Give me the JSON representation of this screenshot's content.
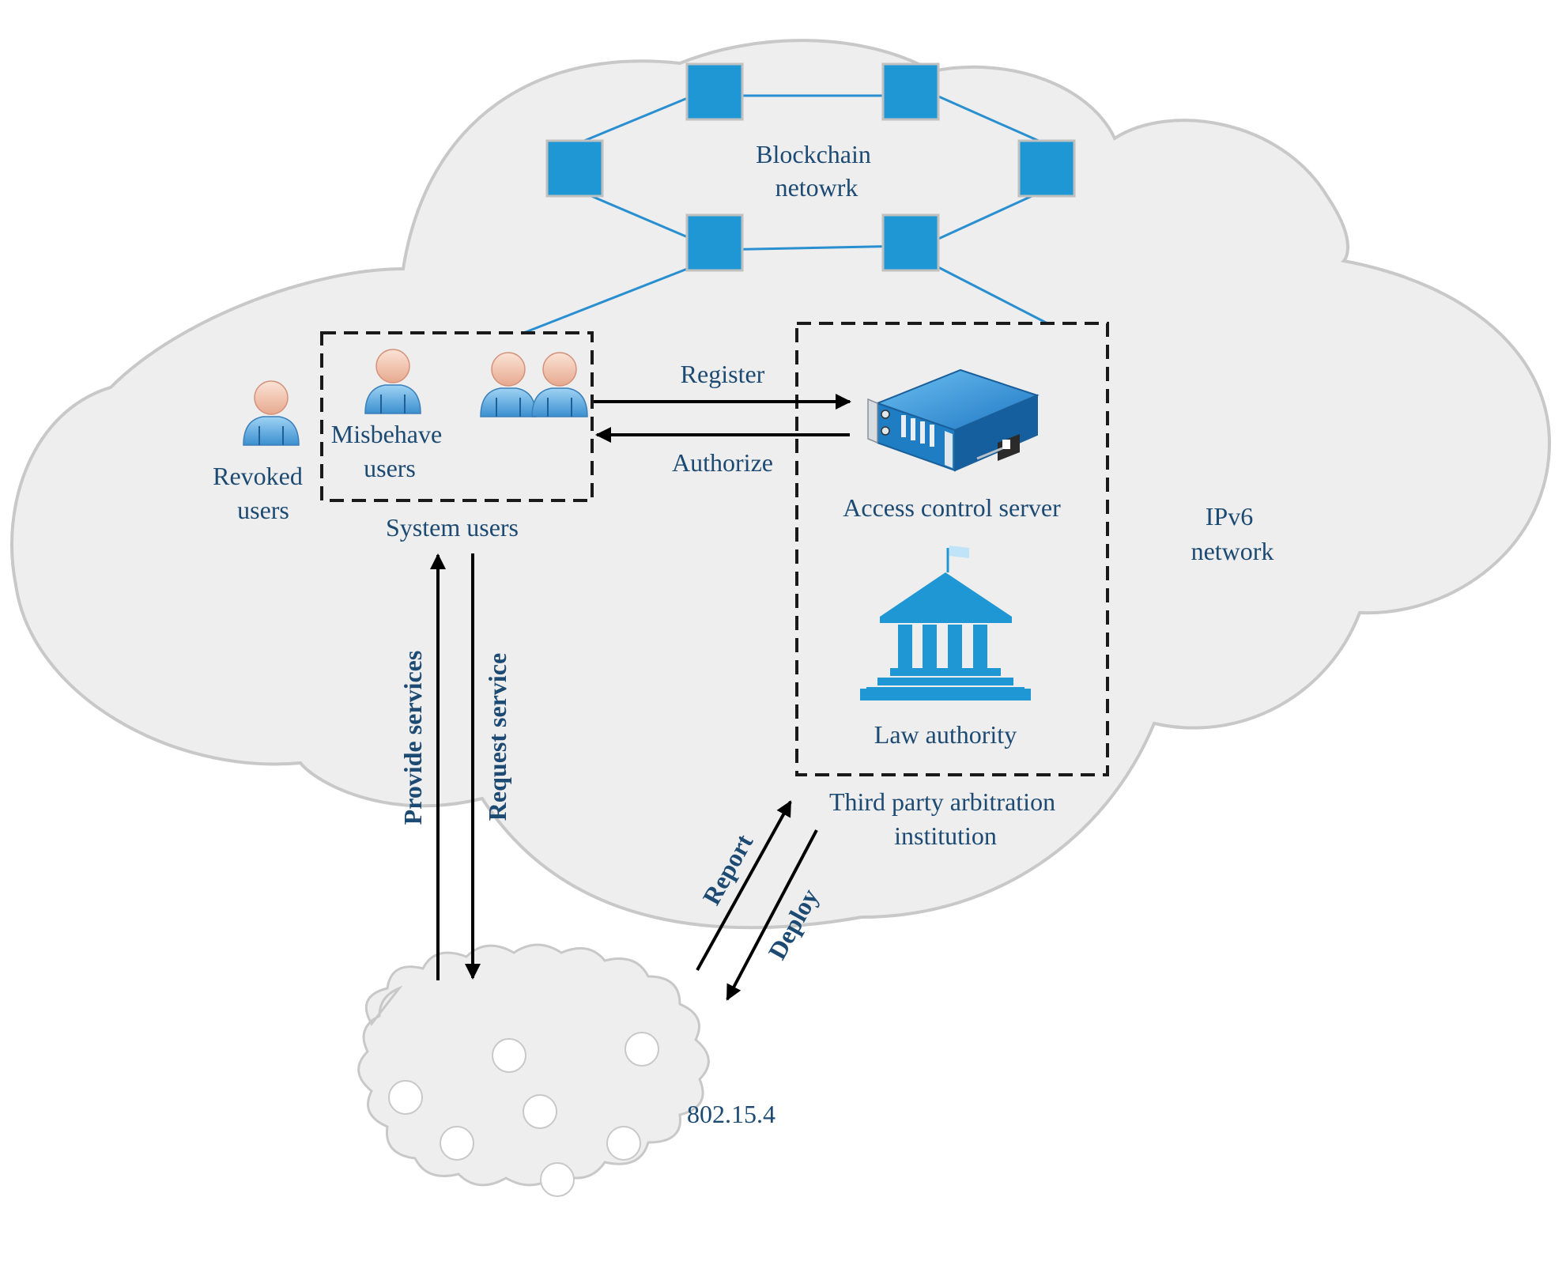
{
  "colors": {
    "cloud_fill": "#eeeeee",
    "cloud_stroke": "#c8c8c8",
    "node_blue": "#1e97d4",
    "link_blue": "#2a8fd0",
    "text": "#1c4a73",
    "arrow": "#000000",
    "dashed_box": "#1a1a1a"
  },
  "icons": {
    "blockchain_node": "blue-square-node-icon",
    "user": "person-user-icon",
    "server": "rack-server-icon",
    "law": "courthouse-icon",
    "device": "white-circle-device-icon"
  },
  "labels": {
    "blockchain": [
      "Blockchain",
      "netowrk"
    ],
    "misbehave": [
      "Misbehave",
      "users"
    ],
    "revoked": [
      "Revoked",
      "users"
    ],
    "system_users": "System users",
    "register": "Register",
    "authorize": "Authorize",
    "access_server": "Access control server",
    "law_authority": "Law authority",
    "third_party": [
      "Third party arbitration",
      "institution"
    ],
    "ipv6": [
      "IPv6",
      "network"
    ],
    "provide_services": "Provide services",
    "request_service": "Request service",
    "report": "Report",
    "deploy": "Deploy",
    "lan": "802.15.4"
  }
}
